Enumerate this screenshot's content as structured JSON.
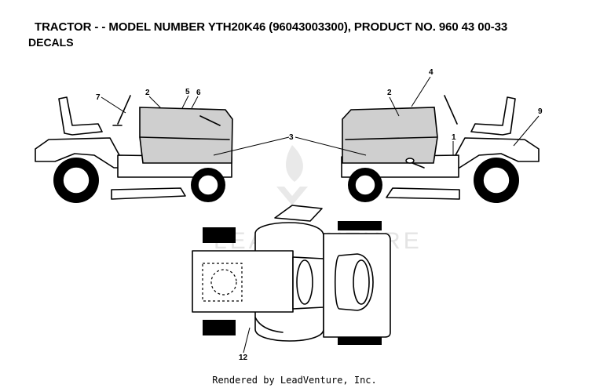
{
  "header": {
    "title": "TRACTOR - - MODEL NUMBER YTH20K46 (96043003300), PRODUCT NO. 960 43 00-33",
    "subtitle": "DECALS"
  },
  "callouts": [
    "7",
    "2",
    "5",
    "6",
    "3",
    "4",
    "2",
    "9",
    "1",
    "12"
  ],
  "watermark": "LEADVENTURE",
  "footer": "Rendered by LeadVenture, Inc."
}
